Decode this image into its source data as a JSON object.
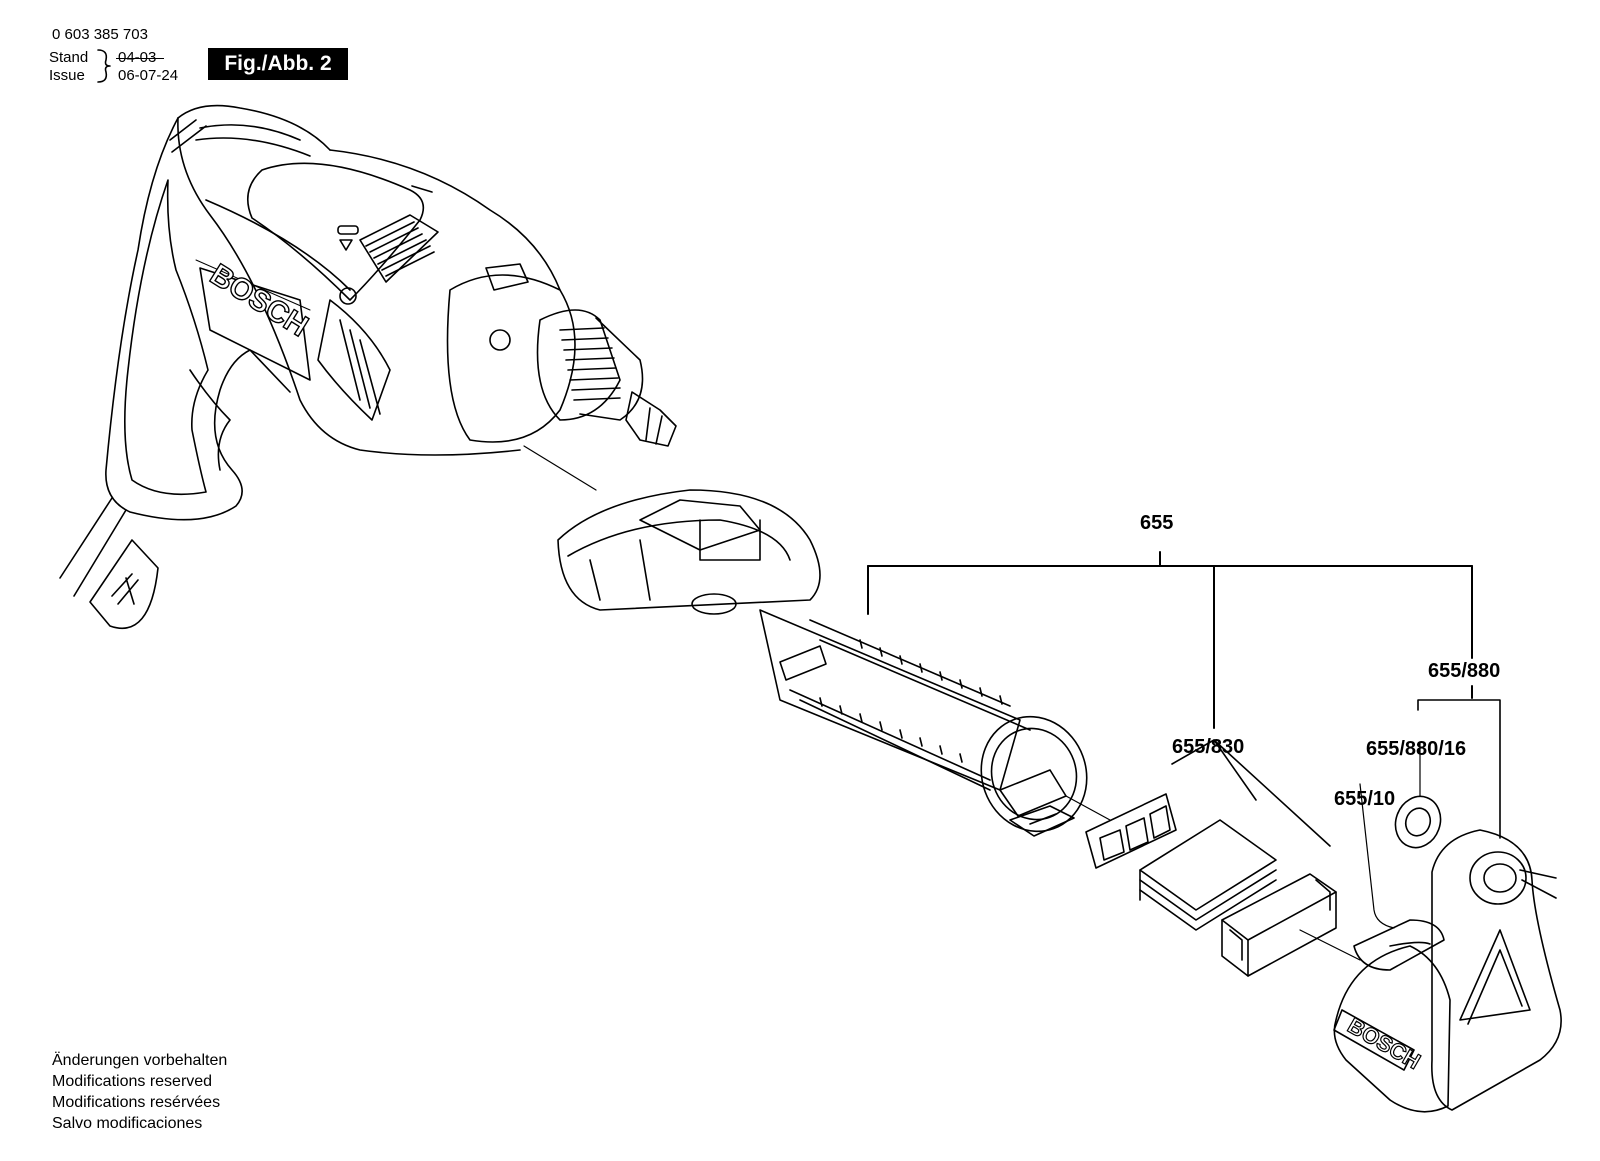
{
  "header": {
    "part_number": "0 603 385 703",
    "stand_label": "Stand",
    "issue_label": "Issue",
    "stand_date": "04-03",
    "issue_date": "06-07-24",
    "figure_label": "Fig./Abb. 2"
  },
  "modifications": [
    "Änderungen vorbehalten",
    "Modifications reserved",
    "Modifications resérvées",
    "Salvo modificaciones"
  ],
  "callouts": {
    "c655": "655",
    "c655_830": "655/830",
    "c655_880": "655/880",
    "c655_880_16": "655/880/16",
    "c655_10": "655/10"
  },
  "drill_brand": "BOSCH",
  "cap_brand": "BOSCH"
}
